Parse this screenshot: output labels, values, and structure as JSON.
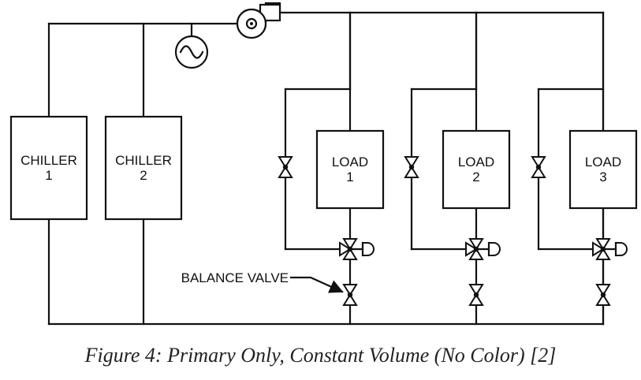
{
  "diagram": {
    "chillers": [
      {
        "line1": "CHILLER",
        "line2": "1"
      },
      {
        "line1": "CHILLER",
        "line2": "2"
      }
    ],
    "loads": [
      {
        "line1": "LOAD",
        "line2": "1"
      },
      {
        "line1": "LOAD",
        "line2": "2"
      },
      {
        "line1": "LOAD",
        "line2": "3"
      }
    ],
    "balance_valve_label": "BALANCE VALVE",
    "pump_icon": "pump-icon",
    "expansion_tank_icon": "expansion-tank-icon",
    "two_way_valve_icon": "two-way-valve-icon",
    "three_way_valve_icon": "three-way-valve-icon"
  },
  "caption": "Figure 4: Primary Only, Constant Volume (No Color) [2]"
}
